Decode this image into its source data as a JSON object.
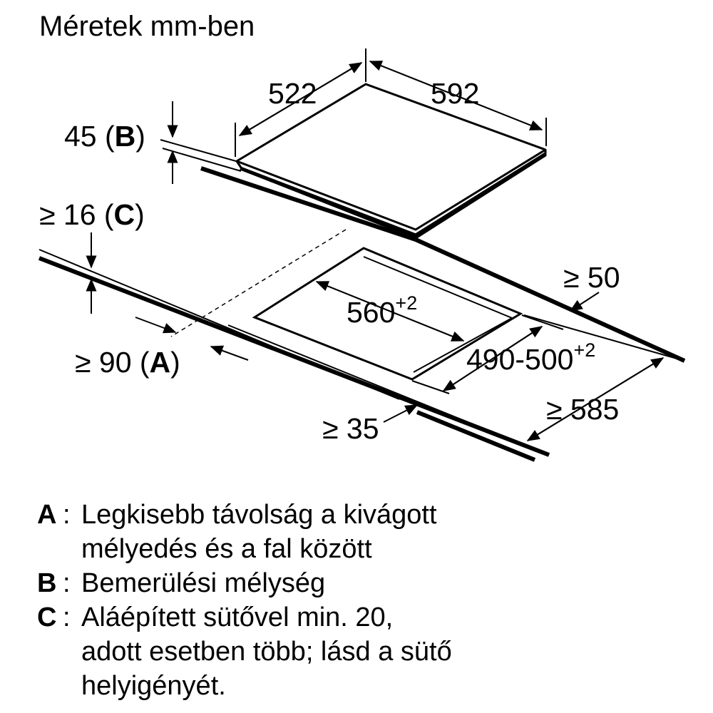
{
  "title": "Méretek mm-ben",
  "dimensions": {
    "hob_depth": "522",
    "hob_width": "592",
    "depth_label": "45 (",
    "depth_key": "B",
    "depth_close": ")",
    "min_c_label": "≥ 16 (",
    "min_c_key": "C",
    "min_c_close": ")",
    "cutout_width": "560",
    "cutout_width_tol": "+2",
    "cutout_depth": "490-500",
    "cutout_depth_tol": "+2",
    "min_back": "≥ 50",
    "min_a_label": "≥ 90 (",
    "min_a_key": "A",
    "min_a_close": ")",
    "min_front": "≥ 35",
    "worktop_depth": "≥ 585"
  },
  "legend": [
    {
      "key": "A",
      "text": "Legkisebb távolság a kivágott\nmélyedés és a fal között"
    },
    {
      "key": "B",
      "text": "Bemerülési mélység"
    },
    {
      "key": "C",
      "text": "Aláépített sütővel min. 20,\nadott esetben több; lásd a sütő\nhelyigényét."
    }
  ]
}
